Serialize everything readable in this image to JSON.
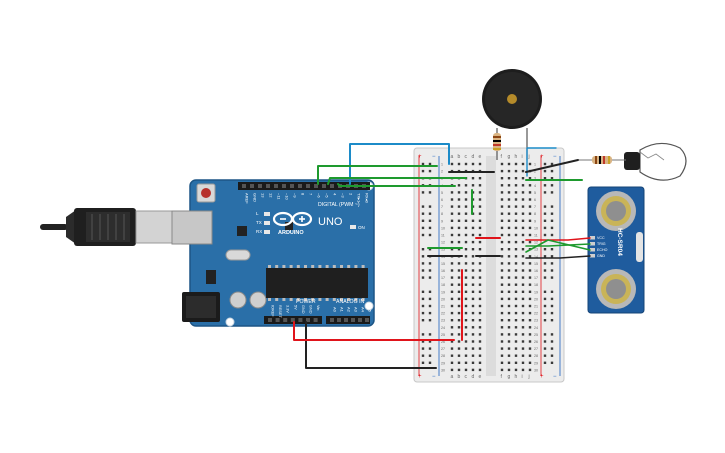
{
  "arduino": {
    "model": "UNO",
    "brand": "ARDUINO",
    "digital_label": "DIGITAL (PWM ~)",
    "power_label": "POWER",
    "analog_label": "ANALOG IN",
    "top_pins": [
      "AREF",
      "GND",
      "13",
      "12",
      "~11",
      "~10",
      "~9",
      "8",
      "7",
      "~6",
      "~5",
      "4",
      "~3",
      "2",
      "TX▸1",
      "RX◂0"
    ],
    "power_pins": [
      "IOREF",
      "RESET",
      "3.3V",
      "5V",
      "GND",
      "GND",
      "Vin"
    ],
    "analog_pins": [
      "A0",
      "A1",
      "A2",
      "A3",
      "A4",
      "A5"
    ],
    "leds": [
      "L",
      "TX",
      "RX"
    ],
    "on_label": "ON"
  },
  "breadboard": {
    "col_letters_left": [
      "a",
      "b",
      "c",
      "d",
      "e"
    ],
    "col_letters_right": [
      "f",
      "g",
      "h",
      "i",
      "j"
    ],
    "rows": 30
  },
  "sensor": {
    "model": "HC-SR04",
    "pins": [
      "VCC",
      "TRIG",
      "ECHO",
      "GND"
    ]
  },
  "colors": {
    "board": "#2a6fa8",
    "breadboard": "#ececec",
    "wire_green": "#1e9a2e",
    "wire_blue": "#1c8bc8",
    "wire_red": "#e0141b",
    "wire_black": "#222222",
    "sensor": "#1f5c9e"
  }
}
